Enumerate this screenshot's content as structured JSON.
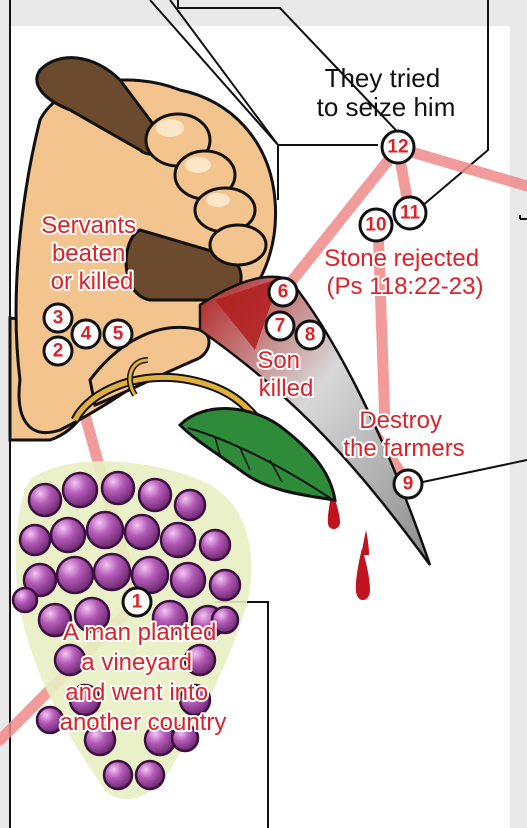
{
  "labels": {
    "seize": [
      "They tried",
      "to seize him"
    ],
    "servants": [
      "Servants",
      "beaten",
      "or killed"
    ],
    "stone": [
      "Stone rejected",
      "(Ps 118:22-23)"
    ],
    "son": [
      "Son",
      "killed"
    ],
    "destroy": [
      "Destroy",
      "the farmers"
    ],
    "planted": [
      "A man planted",
      "a vineyard",
      "and went into",
      "another country"
    ]
  },
  "markers": [
    "1",
    "2",
    "3",
    "4",
    "5",
    "6",
    "7",
    "8",
    "9",
    "10",
    "11",
    "12"
  ],
  "colors": {
    "accent_red": "#d8232a",
    "connector_pink": "#f08a8a",
    "grape_purple": "#9b3f9e",
    "leaf_green": "#2e8b3a",
    "skin": "#f3c48e",
    "handle_brown": "#6b4a2e"
  },
  "icons": [
    "hand-gripping-knife-icon",
    "grape-cluster-icon",
    "leaf-icon",
    "blood-drop-icon"
  ]
}
